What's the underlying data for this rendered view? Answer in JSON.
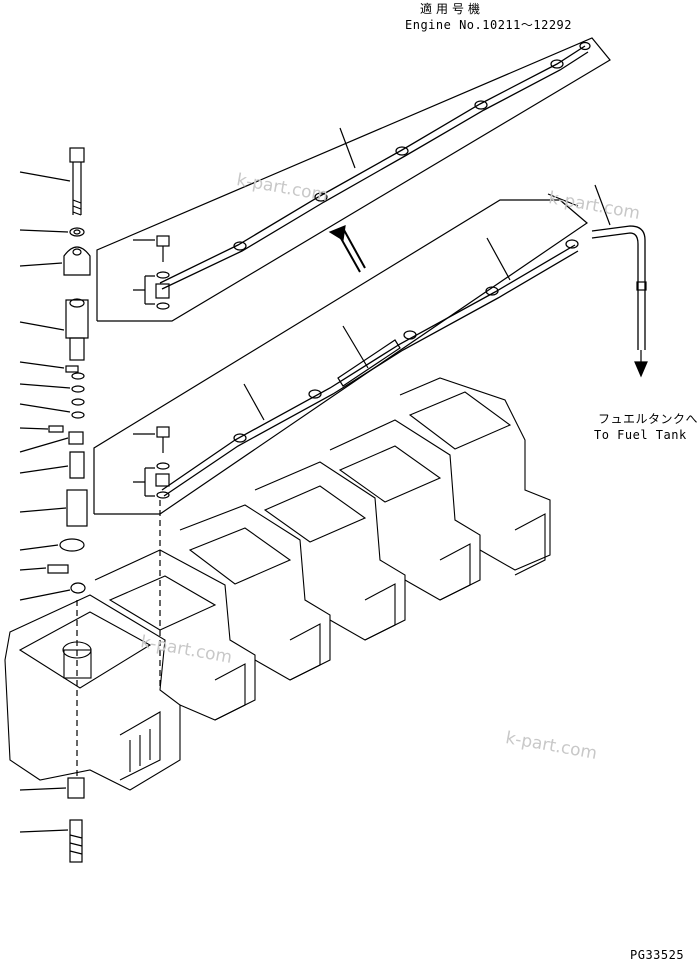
{
  "header": {
    "applicable_serials_jp": "適用号機",
    "engine_range": "Engine No.10211～12292"
  },
  "callout": {
    "fuel_tank_jp": "フュエルタンクへ",
    "fuel_tank_en": "To Fuel Tank"
  },
  "drawing_number": "PG33525",
  "watermark": "k-part.com",
  "colors": {
    "line": "#000000",
    "watermark": "#c8c8c8",
    "background": "#ffffff"
  }
}
